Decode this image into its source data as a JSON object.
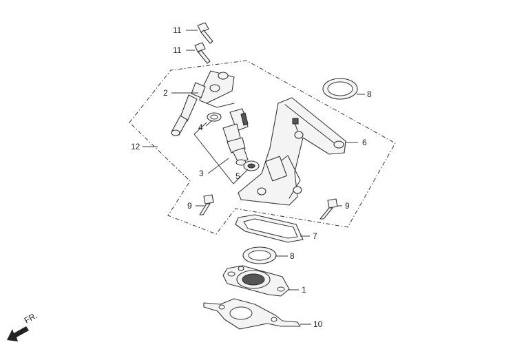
{
  "callouts": {
    "c1": "1",
    "c2": "2",
    "c3": "3",
    "c4": "4",
    "c5": "5",
    "c6": "6",
    "c7": "7",
    "c8a": "8",
    "c8b": "8",
    "c9a": "9",
    "c9b": "9",
    "c10": "10",
    "c11a": "11",
    "c11b": "11",
    "c12": "12"
  },
  "direction_label": "FR."
}
